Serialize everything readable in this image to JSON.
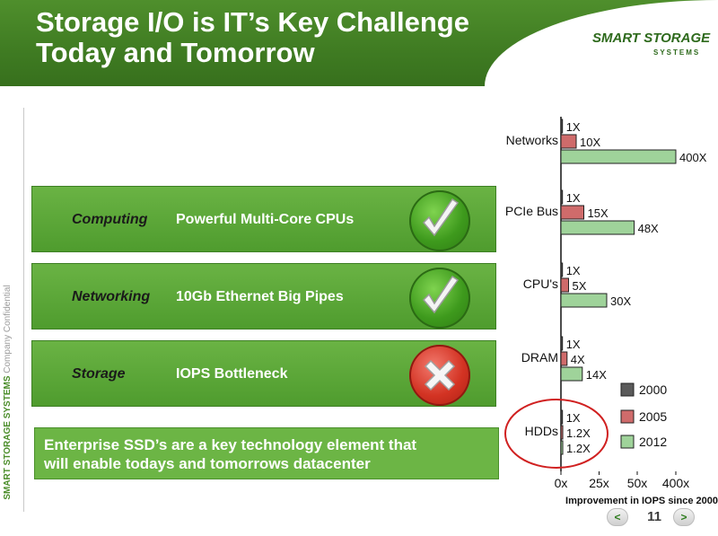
{
  "slide": {
    "title_line1": "Storage I/O is IT’s Key Challenge",
    "title_line2": "Today and Tomorrow",
    "logo_main": "SMART STORAGE",
    "logo_sub": "SYSTEMS",
    "side_brand": "SMART STORAGE SYSTEMS",
    "side_rest": " Company Confidential",
    "page_number": "11",
    "prev_glyph": "<",
    "next_glyph": ">"
  },
  "rows": [
    {
      "label": "Computing",
      "value": "Powerful Multi-Core CPUs",
      "status": "check-icon"
    },
    {
      "label": "Networking",
      "value": "10Gb Ethernet Big Pipes",
      "status": "check-icon"
    },
    {
      "label": "Storage",
      "value": "IOPS Bottleneck",
      "status": "cross-icon"
    }
  ],
  "summary": {
    "line1": "Enterprise SSD’s are a key technology element that",
    "line2": "will enable todays and tomorrows datacenter"
  },
  "colors": {
    "header_green": "#3f7b22",
    "row_green": "#5aa637",
    "series_2000": "#5a5a5a",
    "series_2005": "#cf6b6b",
    "series_2012": "#9fd39a",
    "circle_red": "#d02020"
  },
  "chart_data": {
    "type": "bar",
    "orientation": "horizontal",
    "categories": [
      "Networks",
      "PCIe Bus",
      "CPU's",
      "DRAM",
      "HDDs"
    ],
    "series": [
      {
        "name": "2000",
        "values": [
          1,
          1,
          1,
          1,
          1
        ],
        "labels": [
          "1X",
          "1X",
          "1X",
          "1X",
          "1X"
        ]
      },
      {
        "name": "2005",
        "values": [
          10,
          15,
          5,
          4,
          1.2
        ],
        "labels": [
          "10X",
          "15X",
          "5X",
          "4X",
          "1.2X"
        ]
      },
      {
        "name": "2012",
        "values": [
          400,
          48,
          30,
          14,
          1.2
        ],
        "labels": [
          "400X",
          "48X",
          "30X",
          "14X",
          "1.2X"
        ]
      }
    ],
    "x_ticks": [
      "0x",
      "25x",
      "50x",
      "400x"
    ],
    "xlabel": "Improvement in IOPS since 2000",
    "legend_position": "right",
    "highlight": "HDDs"
  }
}
